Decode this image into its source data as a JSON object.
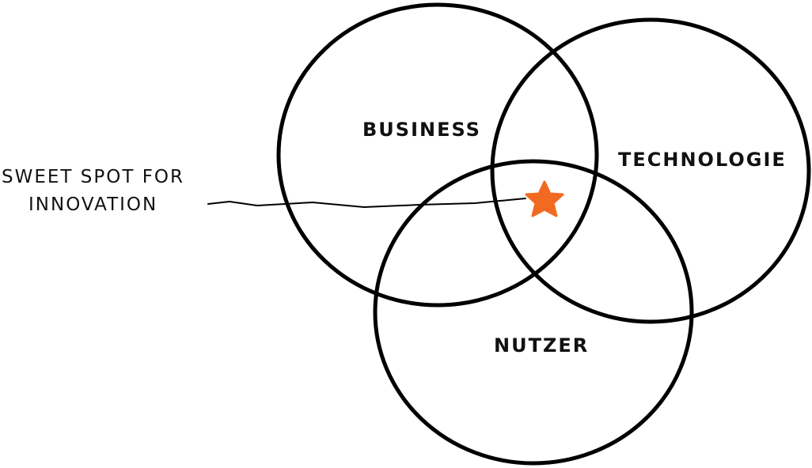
{
  "diagram": {
    "circles": [
      {
        "id": "business",
        "label": "BUSINESS"
      },
      {
        "id": "technologie",
        "label": "TECHNOLOGIE"
      },
      {
        "id": "nutzer",
        "label": "NUTZER"
      }
    ],
    "annotation": {
      "line1": "SWEET SPOT FOR",
      "line2": "INNOVATION",
      "marker_icon": "star-icon"
    },
    "colors": {
      "stroke": "#000000",
      "star": "#f26a21",
      "text": "#111111"
    }
  }
}
